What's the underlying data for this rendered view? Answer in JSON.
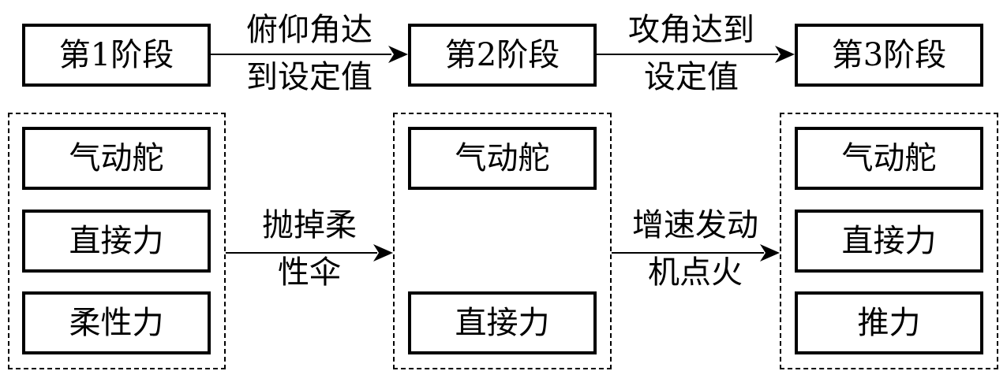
{
  "stages": [
    {
      "label": "第1阶段"
    },
    {
      "label": "第2阶段"
    },
    {
      "label": "第3阶段"
    }
  ],
  "transitions": [
    {
      "lines": [
        "俯仰角达",
        "到设定值"
      ]
    },
    {
      "lines": [
        "攻角达到",
        "设定值"
      ]
    }
  ],
  "groups": [
    {
      "items": [
        "气动舵",
        "直接力",
        "柔性力"
      ]
    },
    {
      "items": [
        "气动舵",
        "直接力"
      ]
    },
    {
      "items": [
        "气动舵",
        "直接力",
        "推力"
      ]
    }
  ],
  "group_transitions": [
    {
      "lines": [
        "抛掉柔",
        "性伞"
      ]
    },
    {
      "lines": [
        "增速发动",
        "机点火"
      ]
    }
  ],
  "colors": {
    "line": "#000000",
    "background": "#ffffff"
  }
}
